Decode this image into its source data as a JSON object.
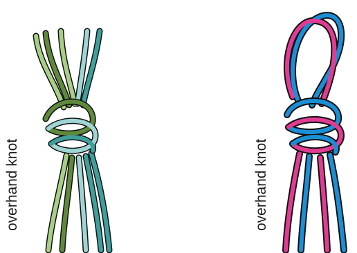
{
  "figures": [
    {
      "label": "overhand knot",
      "icon": "overhand-knot-bundle-green-teal",
      "colors": [
        "#a7cf86",
        "#5f8a3c",
        "#9fd6d4",
        "#3e9f9c"
      ]
    },
    {
      "label": "overhand knot",
      "icon": "overhand-knot-loop-pink-blue",
      "colors": [
        "#e13c93",
        "#1b8fd6"
      ]
    }
  ]
}
